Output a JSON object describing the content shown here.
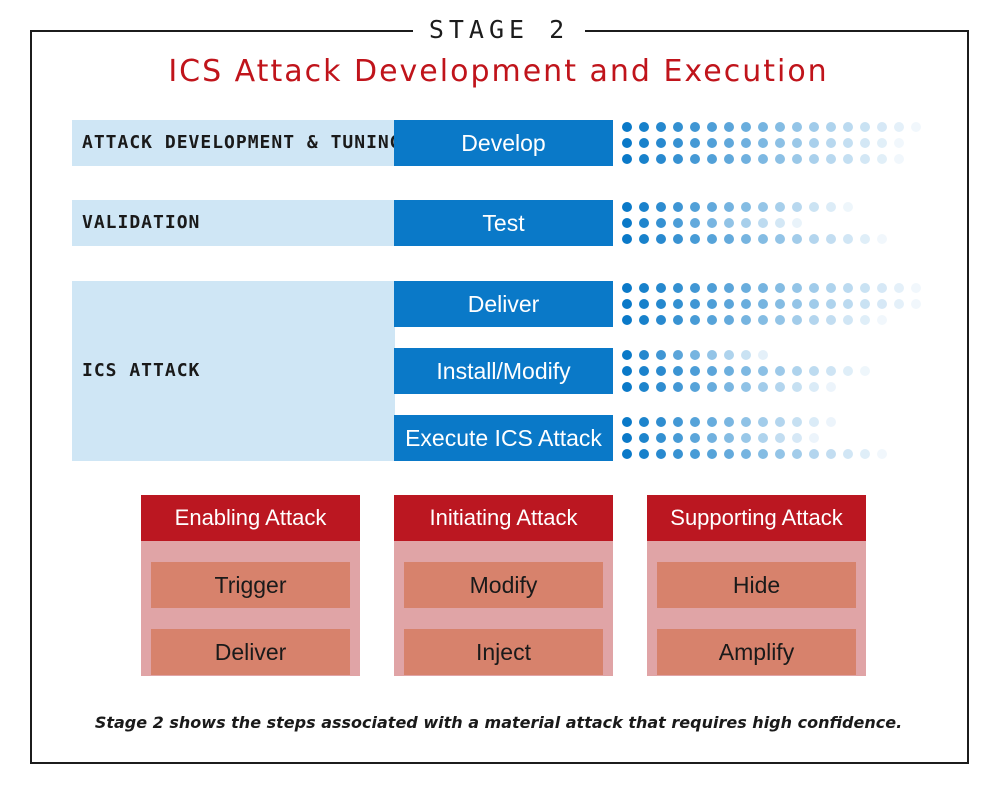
{
  "stage_label": "STAGE 2",
  "title": "ICS Attack Development and Execution",
  "rows": [
    {
      "label": "ATTACK DEVELOPMENT & TUNING",
      "steps": [
        "Develop"
      ]
    },
    {
      "label": "VALIDATION",
      "steps": [
        "Test"
      ]
    },
    {
      "label": "ICS ATTACK",
      "steps": [
        "Deliver",
        "Install/Modify",
        "Execute ICS Attack"
      ]
    }
  ],
  "panels": [
    {
      "header": "Enabling Attack",
      "items": [
        "Trigger",
        "Deliver"
      ]
    },
    {
      "header": "Initiating Attack",
      "items": [
        "Modify",
        "Inject"
      ]
    },
    {
      "header": "Supporting Attack",
      "items": [
        "Hide",
        "Amplify"
      ]
    }
  ],
  "caption": "Stage 2 shows the steps associated with a material attack that requires high confidence.",
  "colors": {
    "title_red": "#c0141b",
    "step_blue": "#0a79c8",
    "row_light_blue": "#cfe6f5",
    "panel_header_red": "#bb1721",
    "panel_bg_pink": "#e0a4a6",
    "panel_item_salmon": "#d7826c"
  }
}
